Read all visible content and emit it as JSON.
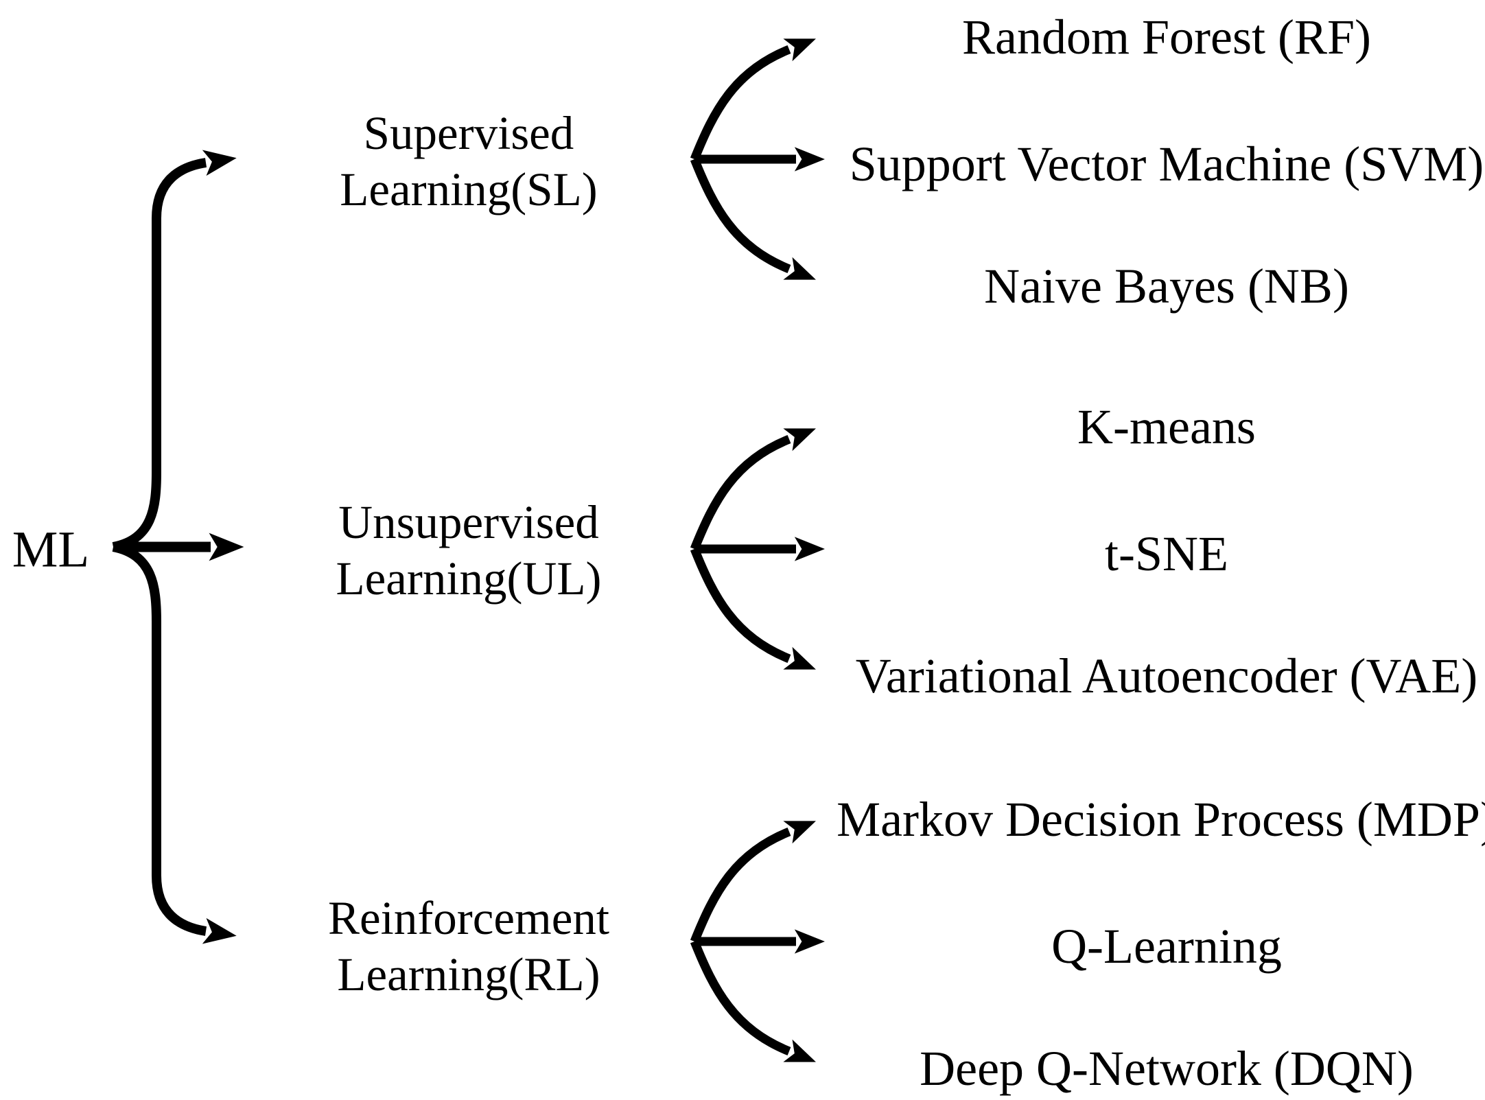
{
  "diagram": {
    "root": {
      "label": "ML"
    },
    "groups": [
      {
        "label_lines": [
          "Supervised",
          "Learning(SL)"
        ],
        "children": [
          "Random Forest (RF)",
          "Support Vector Machine (SVM)",
          "Naive Bayes (NB)"
        ]
      },
      {
        "label_lines": [
          "Unsupervised",
          "Learning(UL)"
        ],
        "children": [
          "K-means",
          "t-SNE",
          "Variational Autoencoder (VAE)"
        ]
      },
      {
        "label_lines": [
          "Reinforcement",
          "Learning(RL)"
        ],
        "children": [
          "Markov Decision Process (MDP)",
          "Q-Learning",
          "Deep Q-Network (DQN)"
        ]
      }
    ],
    "colors": {
      "ink": "#000000",
      "background": "#ffffff"
    }
  }
}
